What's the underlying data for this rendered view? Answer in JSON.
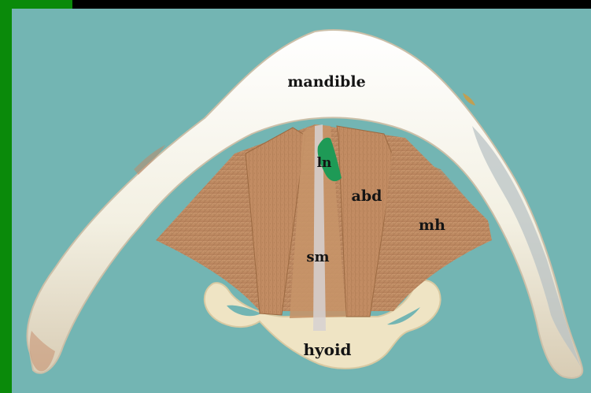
{
  "labels": {
    "mandible": "mandible",
    "ln": "ln",
    "abd": "abd",
    "mh": "mh",
    "sm": "sm",
    "hyoid": "hyoid"
  },
  "colors": {
    "frame_black": "#000000",
    "frame_green": "#0a8a0a",
    "background_teal": "#73b5b3",
    "bone_light": "#f4f2e4",
    "bone_shadow": "#cbbfa8",
    "muscle_brown": "#c08b62",
    "muscle_dark": "#9e6d46",
    "nerve_green": "#1e9a56",
    "hyoid_cream": "#efe4c4"
  }
}
